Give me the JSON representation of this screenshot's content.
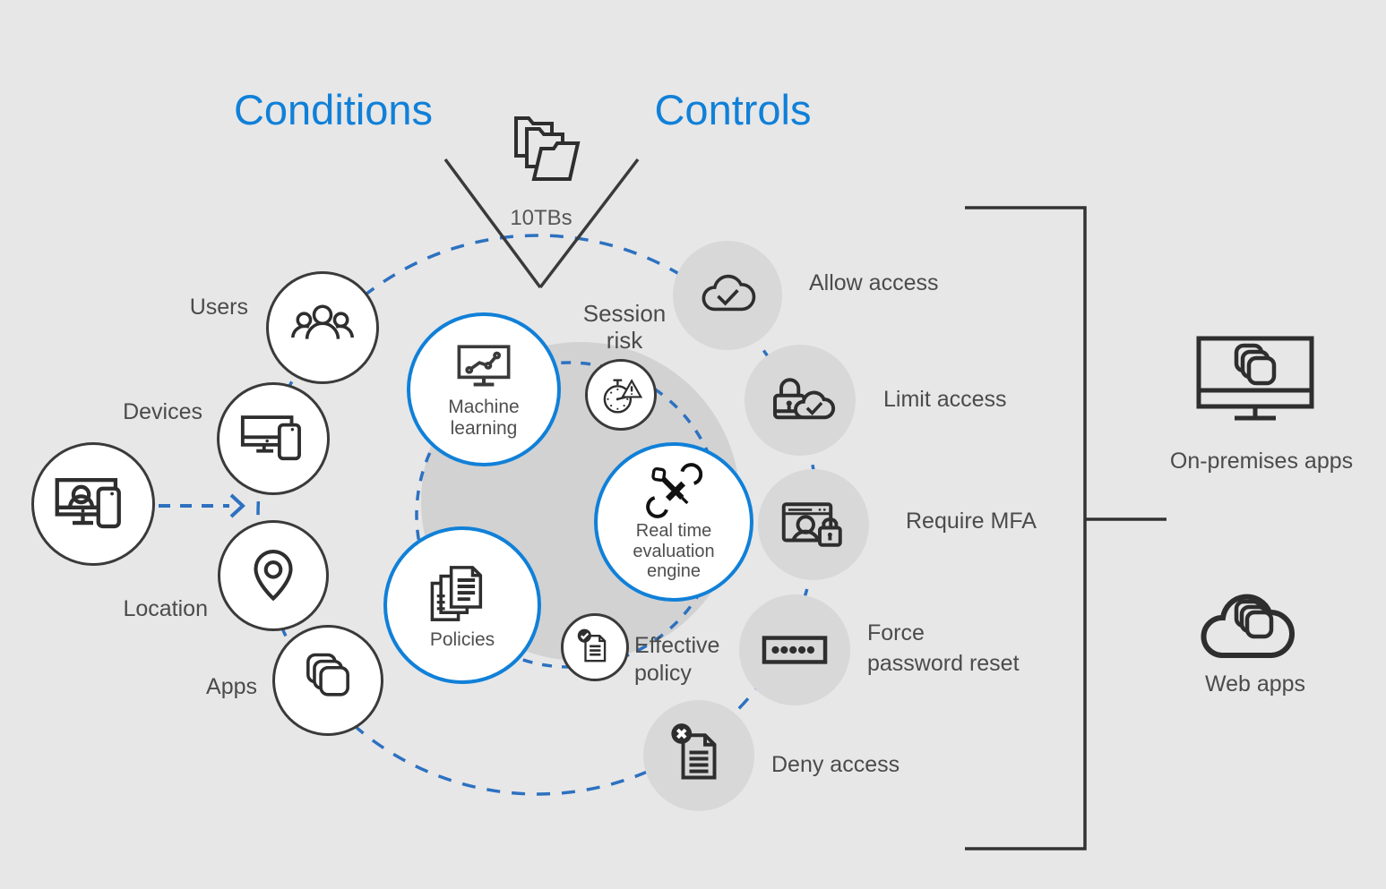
{
  "titles": {
    "conditions": "Conditions",
    "controls": "Controls"
  },
  "funnel": {
    "capacity_label": "10TBs"
  },
  "conditions": {
    "users": "Users",
    "devices": "Devices",
    "location": "Location",
    "apps": "Apps"
  },
  "engine": {
    "machine_learning": "Machine\nlearning",
    "session_risk": "Session\nrisk",
    "realtime_engine": "Real time\nevaluation\nengine",
    "policies": "Policies",
    "effective_policy": "Effective\npolicy"
  },
  "controls": {
    "allow": "Allow access",
    "limit": "Limit access",
    "mfa": "Require MFA",
    "force_reset": "Force\npassword reset",
    "deny": "Deny access"
  },
  "targets": {
    "on_premises": "On-premises apps",
    "web": "Web apps"
  },
  "colors": {
    "accent_blue": "#1080d8",
    "dash_blue": "#2d71c0",
    "ink": "#2e2e2e",
    "label_gray": "#4b4b4b",
    "bubble_gray": "#d8d8d9",
    "blob_gray": "#d2d2d3",
    "background": "#e7e7e8"
  },
  "icons": {
    "users": "three-people",
    "devices": "monitor-and-phone",
    "user_device": "monitor-person-phone",
    "location": "map-pin",
    "apps": "stacked-squares",
    "machine_learning": "monitor-scatter-chart",
    "session_risk": "stopwatch-warning",
    "realtime_engine": "screwdriver-wrench",
    "policies": "stacked-documents",
    "effective_policy": "document-check-badge",
    "allow": "cloud-check",
    "limit": "padlock-cloud-check",
    "mfa": "browser-person-lock",
    "force_reset": "password-dots",
    "deny": "document-x-badge",
    "on_premises": "monitor-apps",
    "web": "cloud-apps",
    "funnel": "folder-stack"
  }
}
